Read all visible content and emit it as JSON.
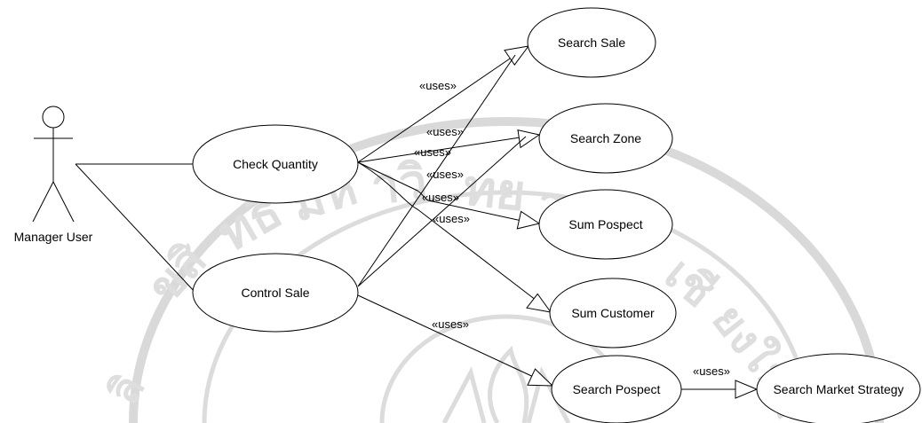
{
  "actor": {
    "label": "Manager User"
  },
  "use_cases": {
    "check_quantity": "Check Quantity",
    "control_sale": "Control Sale",
    "search_sale": "Search Sale",
    "search_zone": "Search Zone",
    "sum_pospect": "Sum Pospect",
    "sum_customer": "Sum Customer",
    "search_pospect": "Search Pospect",
    "search_market_strategy": "Search Market Strategy"
  },
  "relation_label": "«uses»",
  "watermark": {
    "glyphs": [
      "ลิ",
      "ขสิ",
      "ทธิ",
      "มห",
      "าวิ",
      "ทย",
      "าลั",
      "ย",
      "เชี",
      "ยงใ",
      "หม่"
    ]
  }
}
